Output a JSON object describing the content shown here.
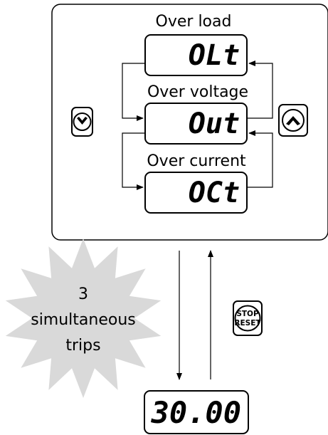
{
  "trip_modes": [
    {
      "label": "Over load",
      "code": "OLt"
    },
    {
      "label": "Over voltage",
      "code": "Out"
    },
    {
      "label": "Over current",
      "code": "OCt"
    }
  ],
  "burst": {
    "line1": "3",
    "line2": "simultaneous",
    "line3": "trips"
  },
  "stop_reset": {
    "line1": "STOP",
    "line2": "RESET"
  },
  "frequency_display": "30.00",
  "icons": {
    "down_button": "chevron-down-icon",
    "up_button": "chevron-up-icon"
  }
}
